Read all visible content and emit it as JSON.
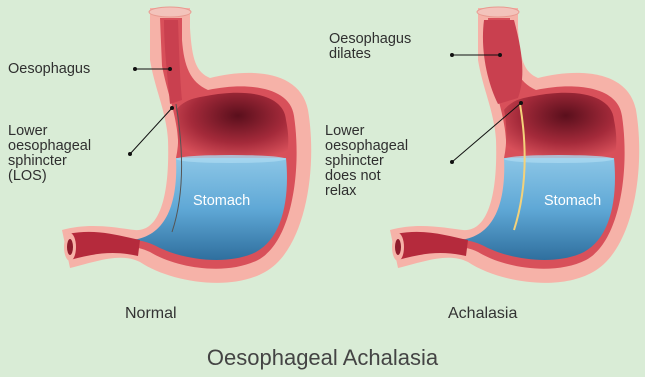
{
  "title": "Oesophageal Achalasia",
  "colors": {
    "background": "#d9ecd6",
    "outer_wall": "#f6b2a8",
    "muscle": "#d8505a",
    "muscle_dark": "#8e1c2c",
    "fluid": "#5fa8d6",
    "fluid_dark": "#2f7fb8",
    "text": "#333333"
  },
  "panels": [
    {
      "caption": "Normal",
      "organ_label": "Stomach",
      "labels": [
        {
          "text": "Oesophagus"
        },
        {
          "text": "Lower\noesophageal\nsphincter\n(LOS)"
        }
      ]
    },
    {
      "caption": "Achalasia",
      "organ_label": "Stomach",
      "labels": [
        {
          "text": "Oesophagus\ndilates"
        },
        {
          "text": "Lower\noesophageal\nsphincter\ndoes not\nrelax"
        }
      ]
    }
  ]
}
